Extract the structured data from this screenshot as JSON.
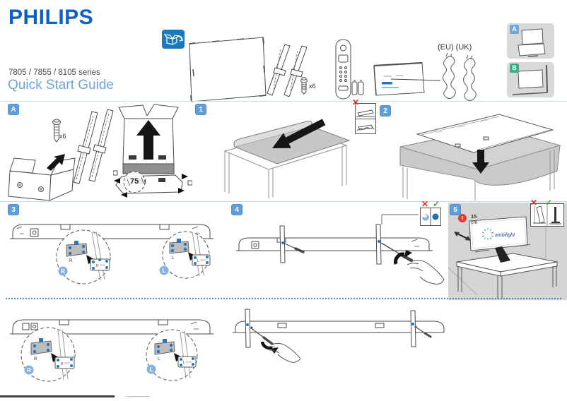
{
  "header": {
    "brand": "PHILIPS",
    "series": "7805 / 7855 / 8105 series",
    "title": "Quick Start Guide",
    "plug_region": "(EU) (UK)"
  },
  "labels": {
    "screws_count": "x6",
    "size_limit": "75",
    "distance_value": "15",
    "distance_unit": "cm",
    "ambilight": "ambilight"
  },
  "steps": {
    "section_a": "A",
    "step1": "1",
    "step2": "2",
    "step3": "3",
    "step4": "4",
    "step5": "5"
  },
  "options": {
    "stand_setup": "A",
    "wall_mount": "B"
  },
  "stand": {
    "right": "R",
    "left": "L"
  },
  "icons": {
    "cross": "✕",
    "check": "✓",
    "warning": "!"
  },
  "colors": {
    "philips_blue": "#0d60c8",
    "title_blue": "#6fa4d9",
    "step_badge_blue": "#5f9ed9",
    "wall_mount_green": "#35b184",
    "alert_red": "#e23b2e",
    "ok_green": "#3aaa35",
    "screw_blue": "#2e75b6",
    "unbox_icon_blue": "#1b79bd",
    "separator_blue": "#c7ddf1",
    "dashed_separator_blue": "#4187c8",
    "panel_gray": "#d5d5d5"
  }
}
